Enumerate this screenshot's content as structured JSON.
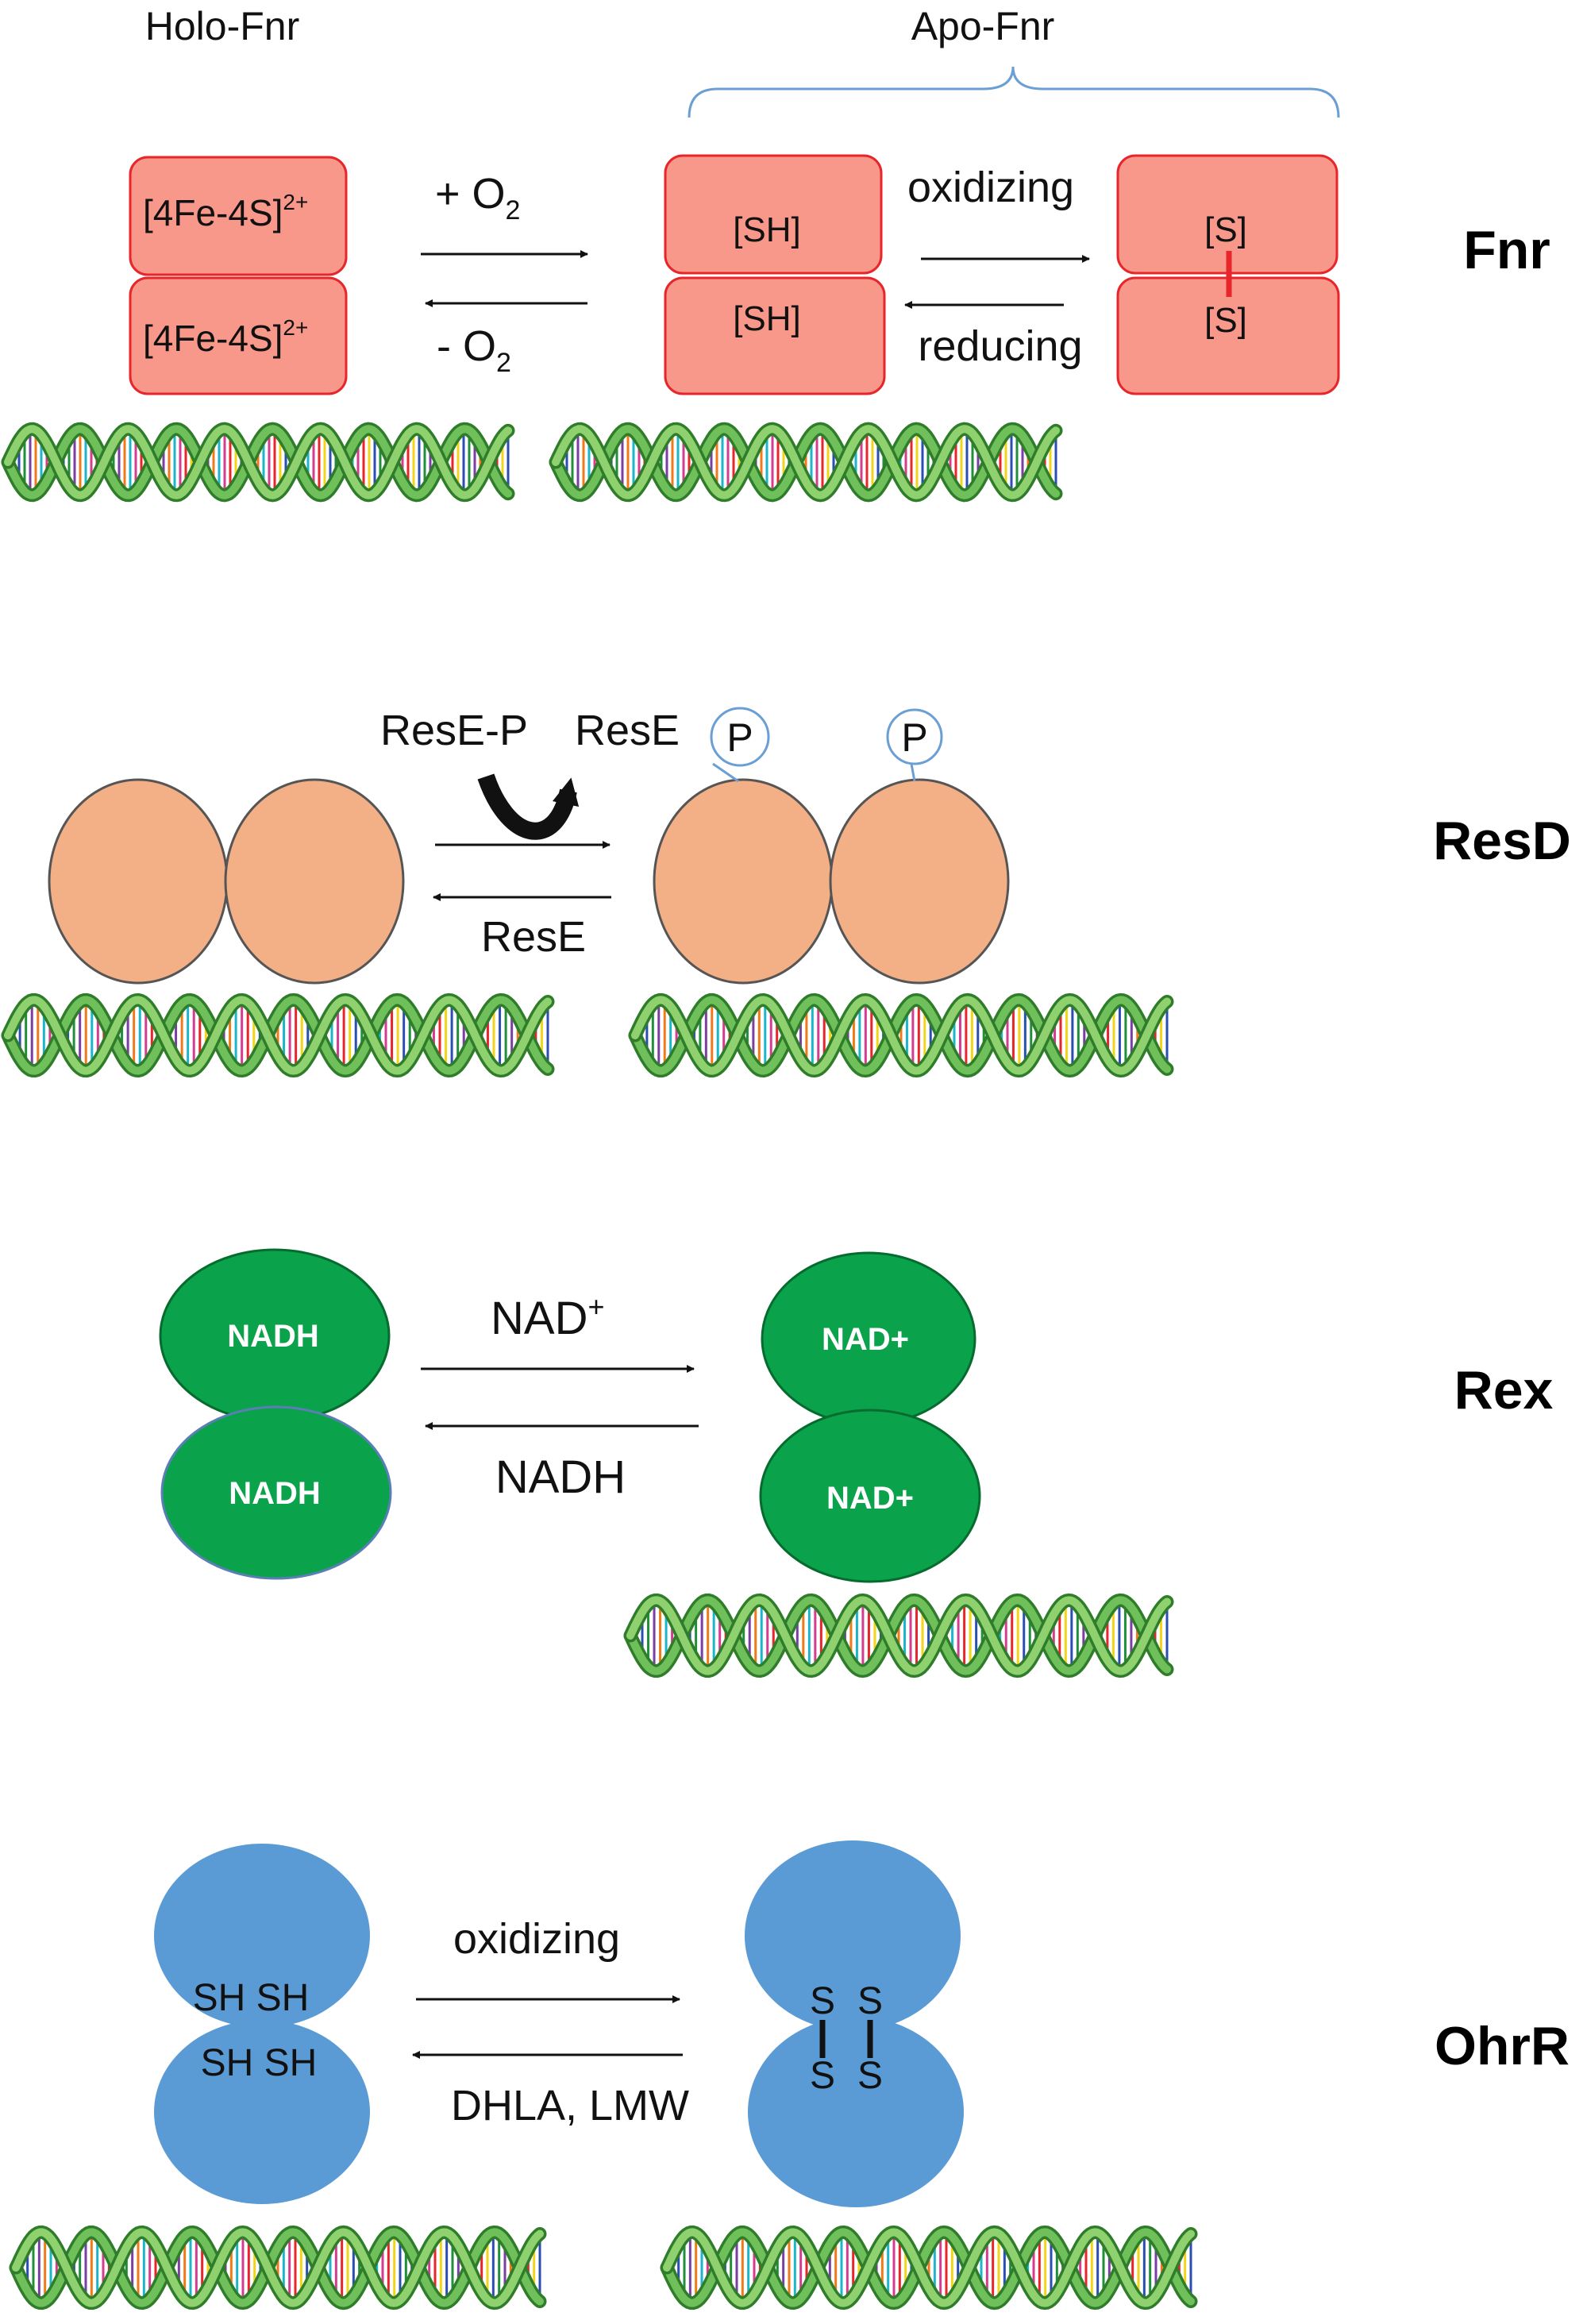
{
  "colors": {
    "fnr_fill": "#f8988a",
    "fnr_stroke": "#e8252a",
    "resd_fill": "#f3b086",
    "rex_fill": "#0aa24a",
    "ohrr_fill": "#5b9bd5",
    "bracket": "#6b9fd4",
    "bond": "#e8252a",
    "dna_strand": "#6fbf5a"
  },
  "fnr": {
    "title": "Fnr",
    "holo_label": "Holo-Fnr",
    "apo_label": "Apo-Fnr",
    "cluster_base": "[4Fe-4S]",
    "cluster_sup": "2+",
    "forward_prefix": "+ O",
    "reverse_prefix": "- O",
    "o2_sub": "2",
    "sh_label": "[SH]",
    "s_label": "[S]",
    "oxidizing": "oxidizing",
    "reducing": "reducing"
  },
  "resd": {
    "title": "ResD",
    "rese_p": "ResE-P",
    "rese": "ResE",
    "rese_reverse": "ResE",
    "phosphate": "P"
  },
  "rex": {
    "title": "Rex",
    "nadh_label": "NADH",
    "nadplus_label": "NAD+",
    "forward_base": "NAD",
    "forward_sup": "+",
    "reverse": "NADH"
  },
  "ohrr": {
    "title": "OhrR",
    "sh_pair": "SH SH",
    "s": "S",
    "oxidizing": "oxidizing",
    "reverse": "DHLA, LMW"
  }
}
